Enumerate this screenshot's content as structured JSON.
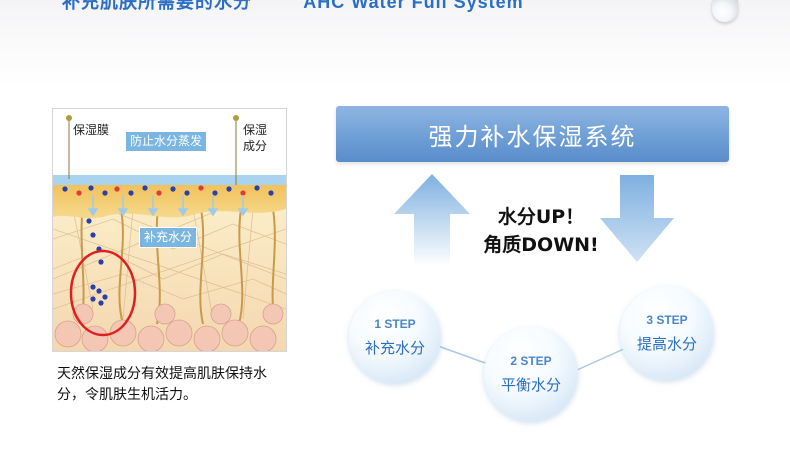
{
  "header": {
    "title_cn": "补充肌肤所需要的水分",
    "title_en": "AHC Water Full System"
  },
  "skin_diagram": {
    "label_membrane": "保湿膜",
    "label_prevent": "防止水分蒸发",
    "label_ingredient_1": "保湿",
    "label_ingredient_2": "成分",
    "label_supplement": "补充水分"
  },
  "caption": "天然保湿成分有效提高肌肤保持水分，令肌肤生机活力。",
  "system": {
    "banner": "强力补水保湿系统",
    "water_up": "水分UP！",
    "keratin_down": "角质DOWN!",
    "steps": [
      {
        "step": "1 STEP",
        "label": "补充水分"
      },
      {
        "step": "2 STEP",
        "label": "平衡水分"
      },
      {
        "step": "3 STEP",
        "label": "提高水分"
      }
    ]
  },
  "colors": {
    "accent_blue": "#2a6fc4",
    "banner_blue": "#6f9fd6",
    "tag_blue": "#7ab6e0",
    "highlight_red": "#e02020"
  }
}
